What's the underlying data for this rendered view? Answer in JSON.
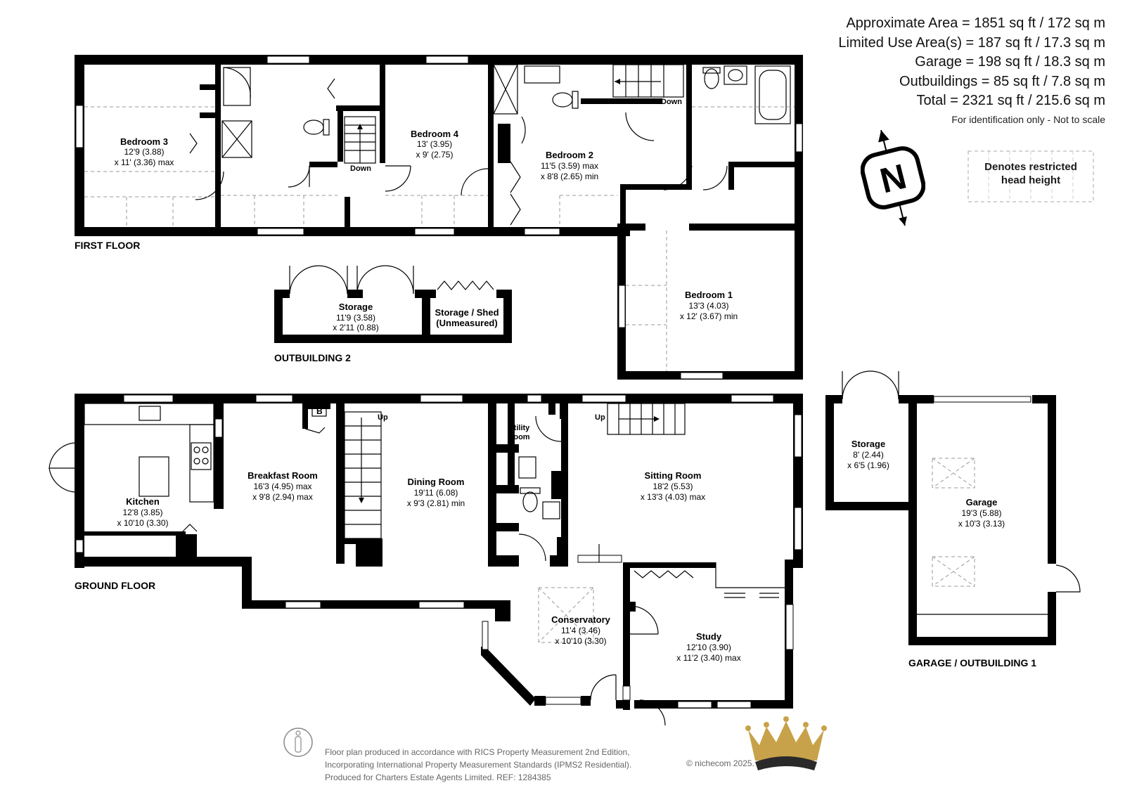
{
  "summary": {
    "lines": [
      "Approximate Area = 1851 sq ft / 172 sq m",
      "Limited Use Area(s) = 187 sq ft / 17.3 sq m",
      "Garage = 198 sq ft / 18.3 sq m",
      "Outbuildings = 85 sq ft / 7.8 sq m",
      "Total = 2321 sq ft / 215.6 sq m"
    ],
    "note": "For identification only - Not to scale"
  },
  "legend": {
    "line1": "Denotes restricted",
    "line2": "head height"
  },
  "compass": {
    "letter": "N"
  },
  "floors": {
    "first": "FIRST FLOOR",
    "ground": "GROUND FLOOR",
    "outbuilding2": "OUTBUILDING 2",
    "garage": "GARAGE / OUTBUILDING 1"
  },
  "rooms": {
    "bedroom3": {
      "name": "Bedroom 3",
      "d1": "12'9 (3.88)",
      "d2": "x 11' (3.36) max"
    },
    "bedroom4": {
      "name": "Bedroom 4",
      "d1": "13' (3.95)",
      "d2": "x 9' (2.75)"
    },
    "bedroom2": {
      "name": "Bedroom 2",
      "d1": "11'5 (3.59) max",
      "d2": "x 8'8 (2.65) min"
    },
    "bedroom1": {
      "name": "Bedroom 1",
      "d1": "13'3 (4.03)",
      "d2": "x 12' (3.67) min"
    },
    "storage_ob2": {
      "name": "Storage",
      "d1": "11'9 (3.58)",
      "d2": "x 2'11 (0.88)"
    },
    "shed": {
      "name": "Storage / Shed",
      "d1": "(Unmeasured)"
    },
    "kitchen": {
      "name": "Kitchen",
      "d1": "12'8 (3.85)",
      "d2": "x 10'10 (3.30)"
    },
    "breakfast": {
      "name": "Breakfast Room",
      "d1": "16'3 (4.95) max",
      "d2": "x 9'8 (2.94) max"
    },
    "dining": {
      "name": "Dining Room",
      "d1": "19'11 (6.08)",
      "d2": "x 9'3 (2.81) min"
    },
    "utility": {
      "name1": "Utility",
      "name2": "Room"
    },
    "sitting": {
      "name": "Sitting Room",
      "d1": "18'2 (5.53)",
      "d2": "x 13'3 (4.03) max"
    },
    "conservatory": {
      "name": "Conservatory",
      "d1": "11'4 (3.46)",
      "d2": "x 10'10 (3.30)"
    },
    "study": {
      "name": "Study",
      "d1": "12'10 (3.90)",
      "d2": "x 11'2 (3.40) max"
    },
    "storage_garage": {
      "name": "Storage",
      "d1": "8' (2.44)",
      "d2": "x 6'5 (1.96)"
    },
    "garage": {
      "name": "Garage",
      "d1": "19'3 (5.88)",
      "d2": "x 10'3 (3.13)"
    }
  },
  "markers": {
    "down": "Down",
    "up": "Up",
    "boiler": "B"
  },
  "footer": {
    "line1": "Floor plan produced in accordance with RICS Property Measurement 2nd Edition,",
    "line2": "Incorporating International Property Measurement Standards (IPMS2 Residential).",
    "line3": "Produced for Charters Estate Agents Limited.   REF: 1284385",
    "copyright": "© nichecom 2025."
  },
  "colors": {
    "wall": "#000000",
    "crown_gold": "#c8a24a",
    "crown_dark": "#2a2a2a"
  }
}
